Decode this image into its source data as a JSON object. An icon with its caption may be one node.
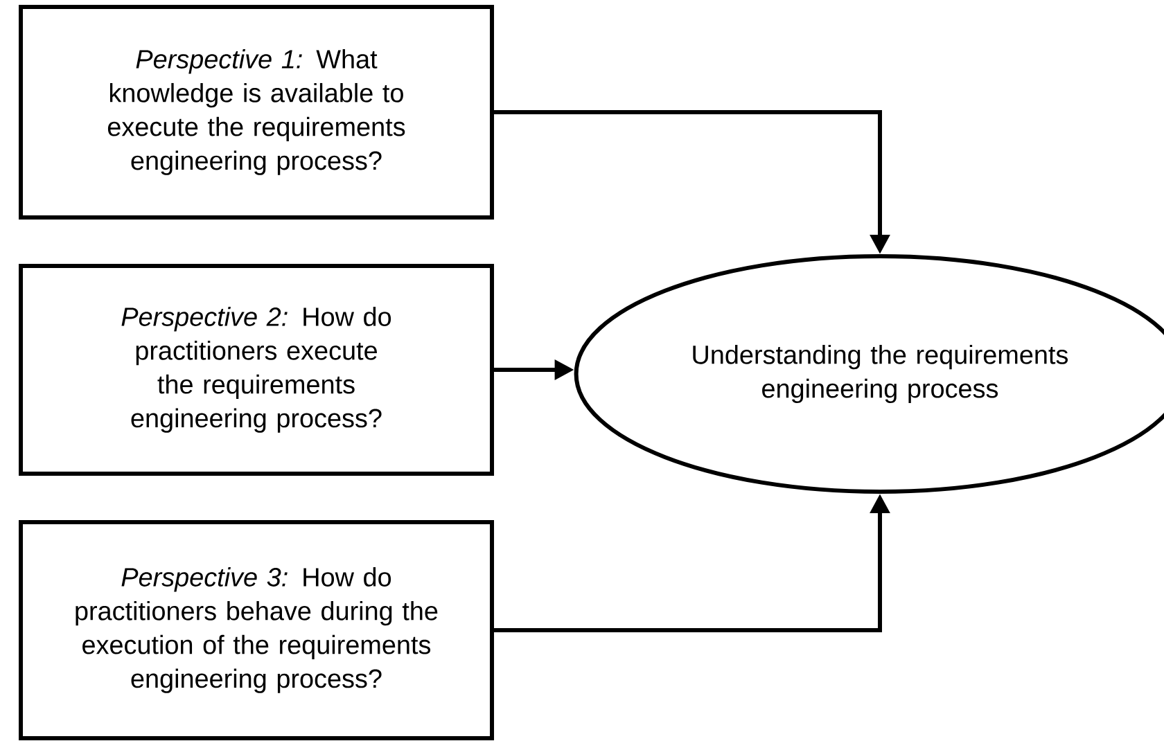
{
  "diagram": {
    "nodes": [
      {
        "text": [
          "*Perspective 1:* What knowledge is available to execute the requirements engineering process?"
        ]
      },
      {
        "text": [
          "*Perspective 2:* How do practitioners execute the requirements engineering process?"
        ]
      },
      {
        "text": [
          "*Perspective 3:* How do practitioners behave during the execution of the requirements engineering process?"
        ]
      },
      {
        "text": [
          "Understanding the requirements engineering process"
        ]
      }
    ],
    "edges": [
      {
        "from": 0,
        "to": 3,
        "arrow": "to"
      },
      {
        "from": 1,
        "to": 3,
        "arrow": "to"
      },
      {
        "from": 2,
        "to": 3,
        "arrow": "to"
      }
    ]
  }
}
